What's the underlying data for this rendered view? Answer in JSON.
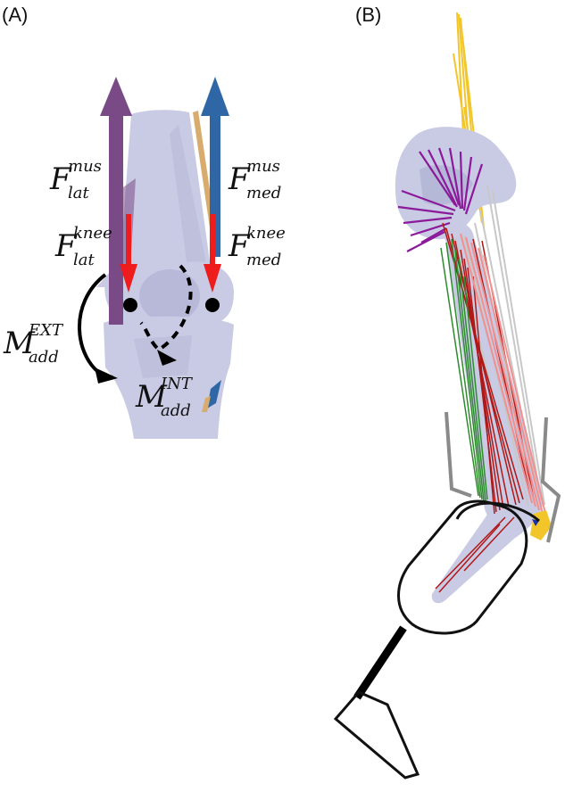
{
  "panels": {
    "a": {
      "label": "(A)"
    },
    "b": {
      "label": "(B)"
    }
  },
  "labels": {
    "f_lat_mus": {
      "main": "F",
      "sup": "mus",
      "sub": "lat"
    },
    "f_med_mus": {
      "main": "F",
      "sup": "mus",
      "sub": "med"
    },
    "f_lat_knee": {
      "main": "F",
      "sup": "knee",
      "sub": "lat"
    },
    "f_med_knee": {
      "main": "F",
      "sup": "knee",
      "sub": "med"
    },
    "m_add_ext": {
      "main": "M",
      "sup": "EXT",
      "sub": "add"
    },
    "m_add_int": {
      "main": "M",
      "sup": "INT",
      "sub": "add"
    }
  },
  "colors": {
    "bone": "#c9cbe4",
    "bone_shade": "#a9abcf",
    "lat_muscle": "#7a4a86",
    "med_muscle": "#2f67a6",
    "knee_force": "#ee1c1c",
    "tendon_tan": "#d8ac6e",
    "green_muscles": "#2e8b2e",
    "red_muscles": "#b01818",
    "pink_muscles": "#f09090",
    "gray_muscles": "#c8c8c8",
    "purple_muscles": "#8b1a9a",
    "yellow_muscles": "#f2c62a",
    "orthosis": "#111111",
    "orthosis_gray": "#8a8a8a"
  }
}
